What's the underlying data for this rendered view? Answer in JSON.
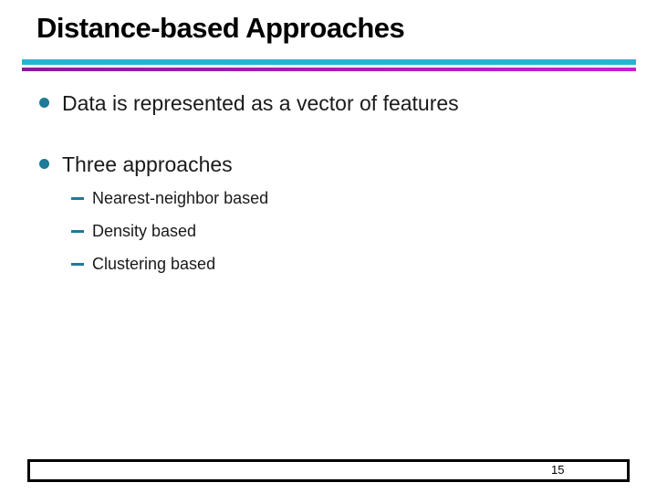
{
  "slide": {
    "title": "Distance-based Approaches",
    "bullets": [
      {
        "label": "Data is represented as a vector of features",
        "sub": []
      },
      {
        "label": "Three approaches",
        "sub": [
          "Nearest-neighbor based",
          "Density based",
          "Clustering based"
        ]
      }
    ],
    "page_number": "15",
    "colors": {
      "accent_teal": "#1E7A96",
      "divider_cyan": "#29B2D3",
      "divider_magenta_start": "#8B1A9B",
      "divider_magenta_end": "#C521CE",
      "body_text": "#1a1a1a"
    }
  }
}
